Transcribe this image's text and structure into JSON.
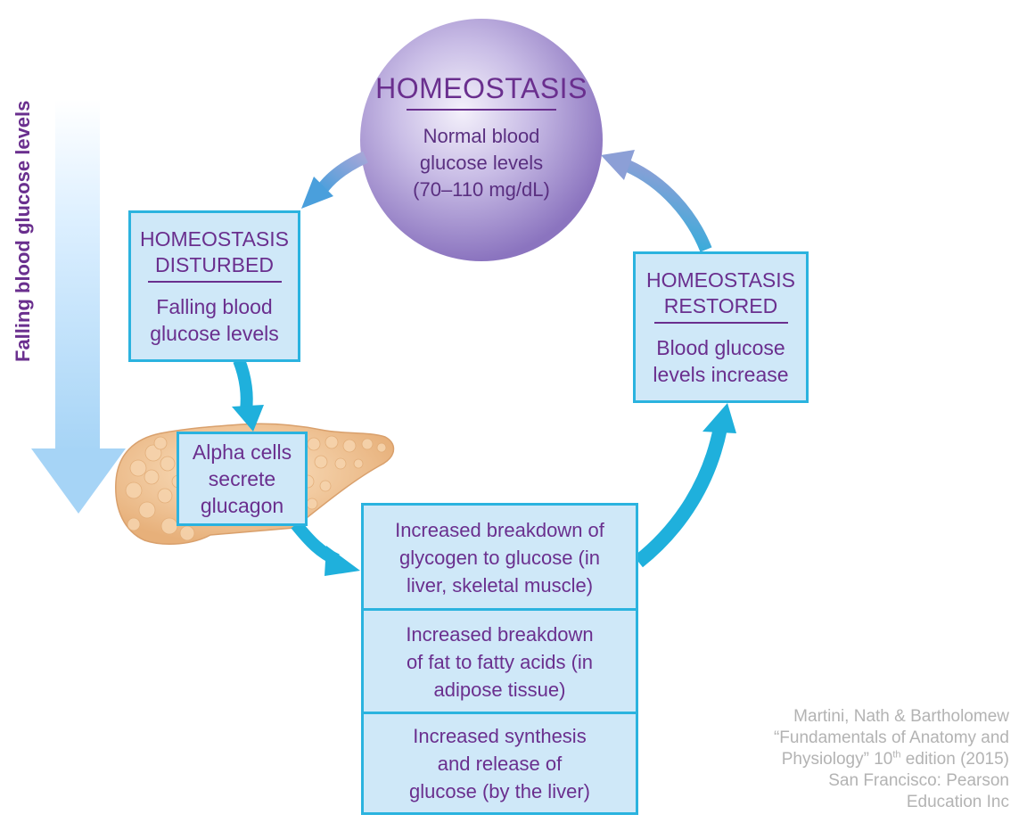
{
  "side_label": "Falling blood glucose levels",
  "homeostasis": {
    "title": "HOMEOSTASIS",
    "lines": [
      "Normal blood",
      "glucose levels",
      "(70–110 mg/dL)"
    ]
  },
  "disturbed": {
    "head_lines": [
      "HOMEOSTASIS",
      "DISTURBED"
    ],
    "lines": [
      "Falling blood",
      "glucose levels"
    ]
  },
  "alpha": {
    "lines": [
      "Alpha cells",
      "secrete",
      "glucagon"
    ]
  },
  "effects": [
    {
      "lines": [
        "Increased breakdown of",
        "glycogen to glucose (in",
        "liver, skeletal muscle)"
      ]
    },
    {
      "lines": [
        "Increased breakdown",
        "of fat to fatty acids (in",
        "adipose tissue)"
      ]
    },
    {
      "lines": [
        "Increased synthesis",
        "and release of",
        "glucose (by the liver)"
      ]
    }
  ],
  "restored": {
    "head_lines": [
      "HOMEOSTASIS",
      "RESTORED"
    ],
    "lines": [
      "Blood glucose",
      "levels increase"
    ]
  },
  "credit": {
    "line1": "Martini, Nath & Bartholomew",
    "line2": "“Fundamentals of Anatomy and",
    "line3_pre": "Physiology” 10",
    "line3_sup": "th",
    "line3_post": " edition (2015)",
    "line4": "San Francisco: Pearson",
    "line5": "Education Inc"
  },
  "colors": {
    "text_purple": "#6a2f8e",
    "box_fill": "#cfe8f8",
    "box_border": "#2bb3df",
    "arrow_blue": "#1fb0dc",
    "circle_light": "#efeaf8",
    "circle_dark": "#8a72bd",
    "credit_grey": "#b3b3b3"
  },
  "icons": [
    "pancreas-illustration",
    "down-arrow-icon",
    "cycle-arrow-icon"
  ]
}
